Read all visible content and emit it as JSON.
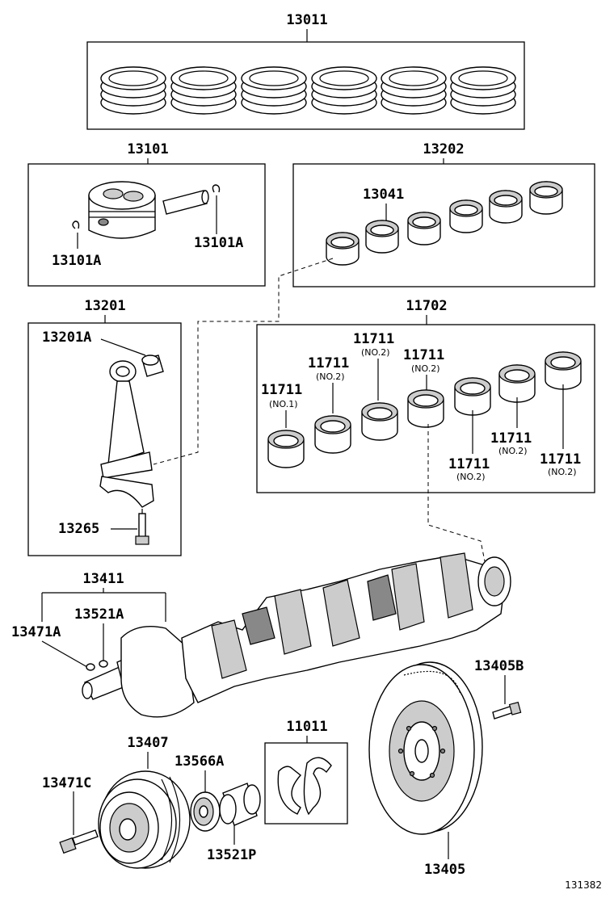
{
  "diagram": {
    "labels": {
      "piston_ring_set": "13011",
      "piston_sub_assy": "13101",
      "snap_ring_left": "13101A",
      "snap_ring_right": "13101A",
      "conrod_bearing_set": "13202",
      "conrod_bearing": "13041",
      "connecting_rod": "13201",
      "conrod_bushing": "13201A",
      "conrod_bolt": "13265",
      "main_bearing_set": "11702",
      "main_bearing_1": "11711",
      "main_bearing_1_no": "(NO.1)",
      "main_bearing_2": "11711",
      "main_bearing_2_no": "(NO.2)",
      "main_bearing_3": "11711",
      "main_bearing_3_no": "(NO.2)",
      "main_bearing_4": "11711",
      "main_bearing_4_no": "(NO.2)",
      "main_bearing_5": "11711",
      "main_bearing_5_no": "(NO.2)",
      "main_bearing_6": "11711",
      "main_bearing_6_no": "(NO.2)",
      "main_bearing_7": "11711",
      "main_bearing_7_no": "(NO.2)",
      "crankshaft": "13411",
      "crank_key_a": "13521A",
      "crank_pin_a": "13471A",
      "flywheel_bolt": "13405B",
      "thrust_washer_set": "11011",
      "pulley": "13407",
      "pulley_bolt": "13471C",
      "crank_gear": "13566A",
      "crank_key_p": "13521P",
      "flywheel": "13405"
    },
    "figure_ref": "131382"
  }
}
